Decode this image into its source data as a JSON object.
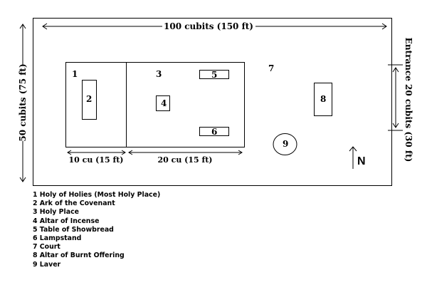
{
  "dimensions": {
    "length": "100 cubits (150 ft)",
    "width": "50 cubits (75 ft)",
    "entrance": "Entrance 20 cubits (30 ft)",
    "holy_of_holies_width": "10 cu (15 ft)",
    "holy_place_width": "20 cu (15 ft)"
  },
  "markers": {
    "m1": "1",
    "m2": "2",
    "m3": "3",
    "m4": "4",
    "m5": "5",
    "m6": "6",
    "m7": "7",
    "m8": "8",
    "m9": "9"
  },
  "compass": {
    "north": "N"
  },
  "legend": [
    "1 Holy of Holies (Most Holy Place)",
    "2 Ark of the Covenant",
    "3 Holy Place",
    "4 Altar of Incense",
    "5 Table of Showbread",
    "6 Lampstand",
    "7 Court",
    "8 Altar of Burnt Offering",
    "9 Laver"
  ]
}
